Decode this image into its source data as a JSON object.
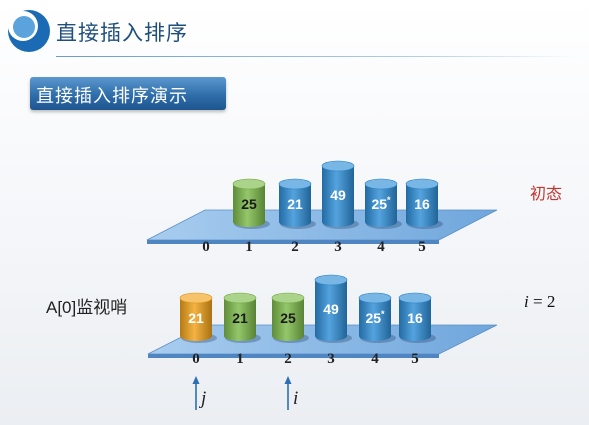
{
  "header": {
    "title": "直接插入排序"
  },
  "subtitle": "直接插入排序演示",
  "status_label": "初态",
  "sentinel_label": "A[0]监视哨",
  "i_label": {
    "var": "i",
    "rest": " = 2"
  },
  "colors": {
    "blue": "#2f8fd8",
    "green": "#7dbb4a",
    "orange": "#f2a21a",
    "platform": "#8fbbe6",
    "status": "#c23531"
  },
  "rows": [
    {
      "name": "initial",
      "indices": [
        "0",
        "1",
        "2",
        "3",
        "4",
        "5"
      ],
      "cylinders": [
        {
          "index": 1,
          "text": "25",
          "color": "green",
          "tall": false,
          "star": false
        },
        {
          "index": 2,
          "text": "21",
          "color": "blue",
          "tall": false,
          "star": false
        },
        {
          "index": 3,
          "text": "49",
          "color": "blue",
          "tall": true,
          "star": false
        },
        {
          "index": 4,
          "text": "25",
          "color": "blue",
          "tall": false,
          "star": true
        },
        {
          "index": 5,
          "text": "16",
          "color": "blue",
          "tall": false,
          "star": false
        }
      ]
    },
    {
      "name": "step-i2",
      "indices": [
        "0",
        "1",
        "2",
        "3",
        "4",
        "5"
      ],
      "cylinders": [
        {
          "index": 0,
          "text": "21",
          "color": "orange",
          "tall": false,
          "star": false
        },
        {
          "index": 1,
          "text": "21",
          "color": "green",
          "tall": false,
          "star": false
        },
        {
          "index": 2,
          "text": "25",
          "color": "green",
          "tall": false,
          "star": false
        },
        {
          "index": 3,
          "text": "49",
          "color": "blue",
          "tall": true,
          "star": false
        },
        {
          "index": 4,
          "text": "25",
          "color": "blue",
          "tall": false,
          "star": true
        },
        {
          "index": 5,
          "text": "16",
          "color": "blue",
          "tall": false,
          "star": false
        }
      ]
    }
  ],
  "pointers": [
    {
      "label": "j",
      "index": 0
    },
    {
      "label": "i",
      "index": 2
    }
  ],
  "star_symbol": "*"
}
